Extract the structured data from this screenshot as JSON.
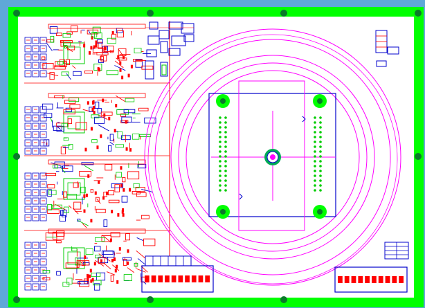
{
  "board": {
    "outline_color": "#00ff00",
    "trace_color_a": "#ff0000",
    "trace_color_b": "#0000cc",
    "silk_color": "#00cc00",
    "ring_color": "#ff00ff",
    "background": "#ffffff",
    "window_bg": "#5fa8d8"
  },
  "regions": {
    "left_circuit_blocks": 4,
    "mounting_holes": 4,
    "pin_header_columns": 2,
    "concentric_rings": 6
  },
  "icons": {
    "mounting_hole": "green-circle-pad",
    "via": "green-dot",
    "center_connector": "target-pad"
  }
}
